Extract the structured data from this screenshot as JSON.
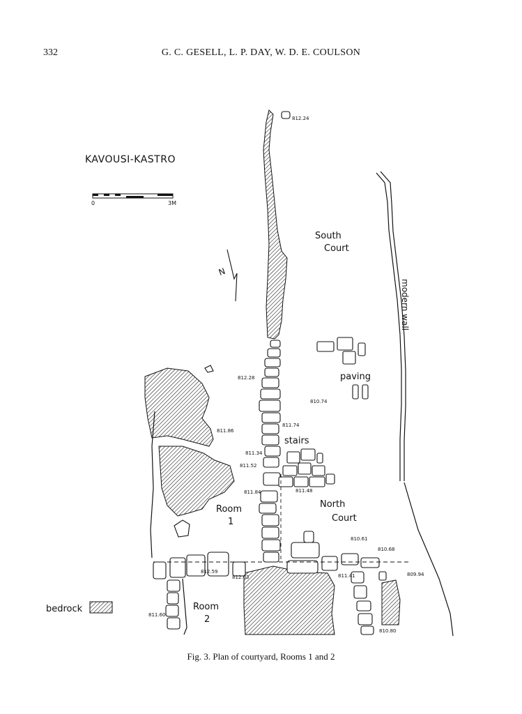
{
  "header": {
    "page_number": "332",
    "running_head": "G. C. GESELL, L. P. DAY, W. D. E. COULSON"
  },
  "plan": {
    "site_title": "KAVOUSI-KASTRO",
    "scale_bar": {
      "start_label": "0",
      "end_label": "3M"
    },
    "north_label": "N",
    "areas": {
      "south_court_line1": "South",
      "south_court_line2": "Court",
      "paving": "paving",
      "stairs": "stairs",
      "north_court_line1": "North",
      "north_court_line2": "Court",
      "room1_line1": "Room",
      "room1_line2": "1",
      "room2_line1": "Room",
      "room2_line2": "2",
      "modern_wall": "modern wall"
    },
    "elevations": {
      "e1": "812.24",
      "e2": "812.28",
      "e3": "810.74",
      "e4": "811.86",
      "e5": "811.74",
      "e6": "811.34",
      "e7": "811.52",
      "e8": "811.84",
      "e9": "811.48",
      "e10": "810.61",
      "e11": "810.68",
      "e12": "812.59",
      "e13": "812.03",
      "e14": "811.41",
      "e15": "809.94",
      "e16": "811.60",
      "e17": "810.80"
    },
    "legend": {
      "label": "bedrock"
    }
  },
  "caption": "Fig. 3. Plan of courtyard, Rooms 1 and 2"
}
